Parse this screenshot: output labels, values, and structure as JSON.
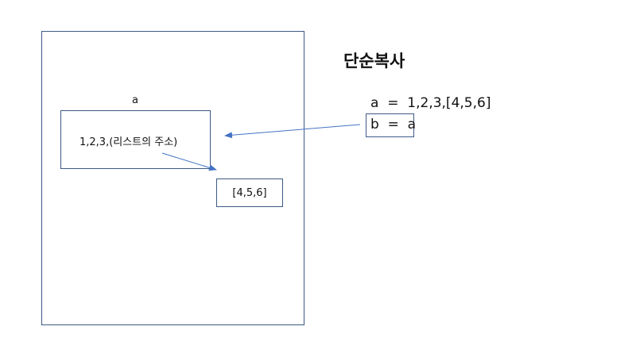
{
  "title": "단순복사",
  "memory": {
    "variable_label": "a",
    "list_box_text": "1,2,3,(리스트의 주소)",
    "sublist_text": "[4,5,6]"
  },
  "code": {
    "line_a": "a  =  1,2,3,[4,5,6]",
    "line_b": "b  =  a"
  },
  "colors": {
    "border": "#3c5a86",
    "arrow": "#4472c4"
  }
}
